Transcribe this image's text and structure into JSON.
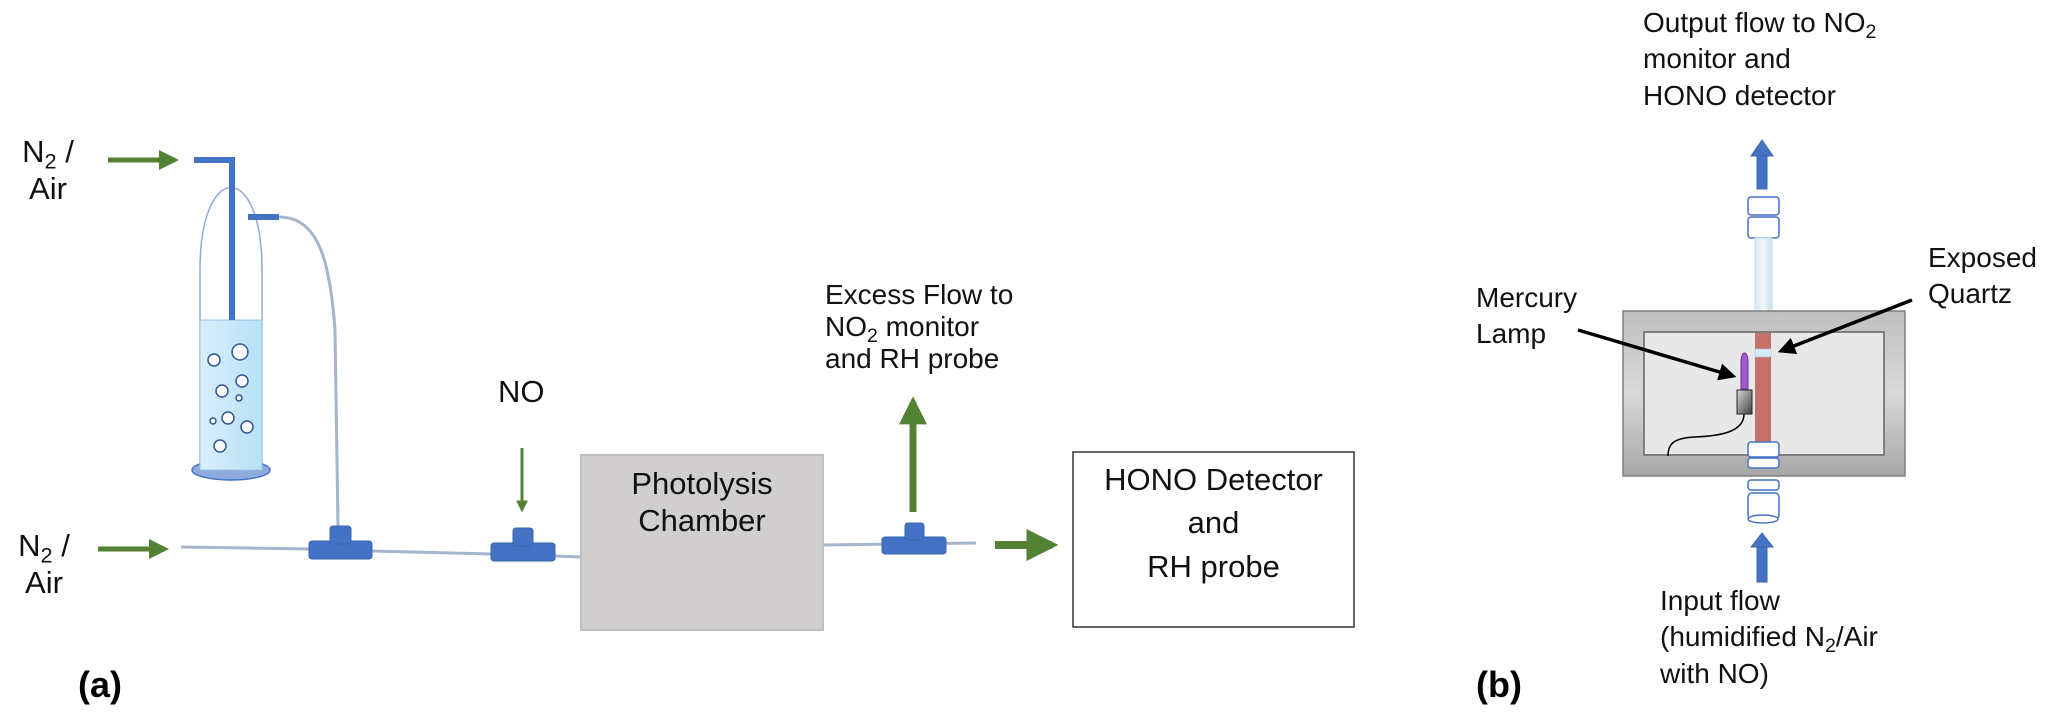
{
  "panel_a": {
    "panel_label": "(a)",
    "gas_input_top": {
      "line1_prefix": "N",
      "line1_sub": "2",
      "line1_suffix": " /",
      "line2": "Air"
    },
    "gas_input_bottom": {
      "line1_prefix": "N",
      "line1_sub": "2",
      "line1_suffix": " /",
      "line2": "Air"
    },
    "no_label": "NO",
    "chamber": {
      "line1": "Photolysis",
      "line2": "Chamber"
    },
    "excess_flow": {
      "line1": "Excess Flow to",
      "line2_prefix": "NO",
      "line2_sub": "2",
      "line2_suffix": " monitor",
      "line3": "and RH probe"
    },
    "detector": {
      "line1": "HONO Detector",
      "line2": "and",
      "line3": "RH probe"
    }
  },
  "panel_b": {
    "panel_label": "(b)",
    "output_flow": {
      "line1_prefix": "Output flow to NO",
      "line1_sub": "2",
      "line2": "monitor and",
      "line3": "HONO detector"
    },
    "mercury_lamp": {
      "line1": "Mercury",
      "line2": "Lamp"
    },
    "exposed_quartz": {
      "line1": "Exposed",
      "line2": "Quartz"
    },
    "input_flow": {
      "line1": "Input flow",
      "line2_prefix": "(humidified N",
      "line2_sub": "2",
      "line2_suffix": "/Air",
      "line3": "with NO)"
    }
  },
  "colors": {
    "flow_arrow_green": "#548235",
    "fitting_blue": "#4472c4",
    "tubing_gray": "#a6b4cc",
    "chamber_gray": "#d0cece",
    "liquid_blue": "#c5e8fa",
    "quartz_tube_red": "#c5706a",
    "lamp_purple": "#a05cc8"
  }
}
